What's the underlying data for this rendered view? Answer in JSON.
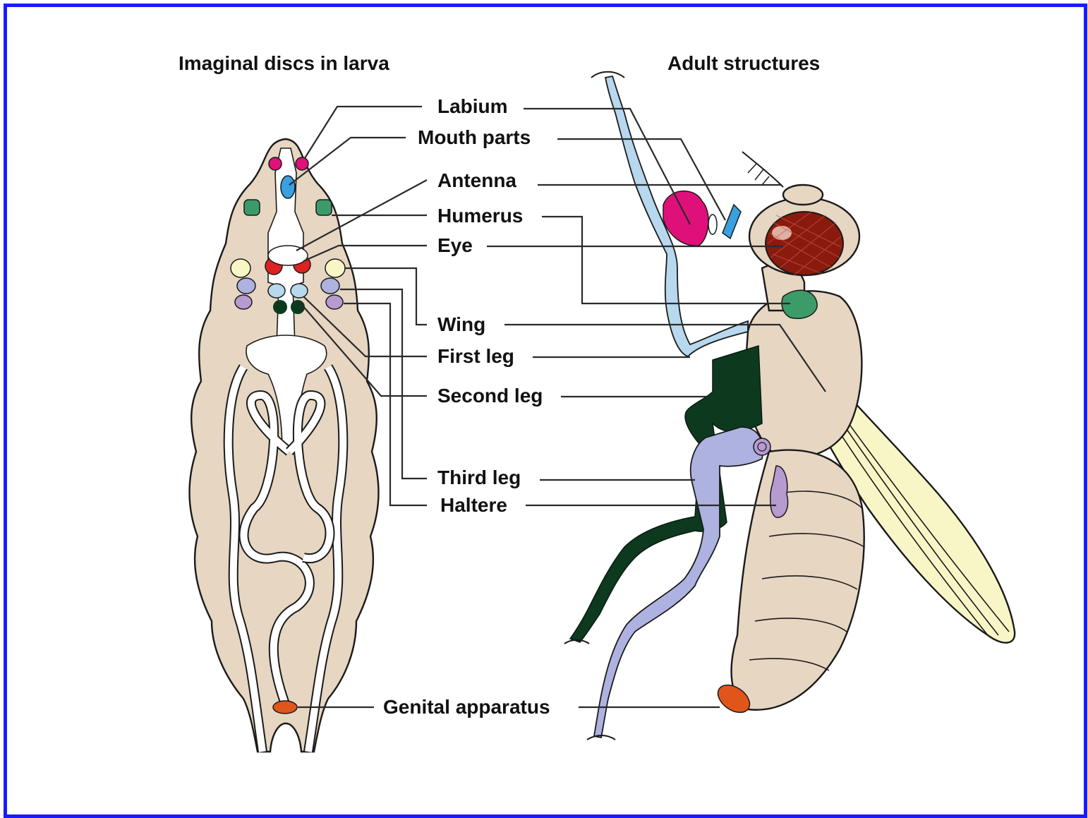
{
  "headers": {
    "larva": "Imaginal discs in larva",
    "adult": "Adult structures"
  },
  "labels": {
    "labium": "Labium",
    "mouth_parts": "Mouth parts",
    "antenna": "Antenna",
    "humerus": "Humerus",
    "eye": "Eye",
    "wing": "Wing",
    "first_leg": "First leg",
    "second_leg": "Second leg",
    "third_leg": "Third leg",
    "haltere": "Haltere",
    "genital_apparatus": "Genital apparatus"
  },
  "colors": {
    "frame_border": "#1a1aff",
    "body_tan": "#e6d6c2",
    "labium": "#e0107a",
    "mouth_parts": "#3aa0e0",
    "antenna": "#ffffff",
    "humerus": "#3d9b6a",
    "eye": "#dd2222",
    "wing": "#f8f6c6",
    "first_leg": "#b7d8ee",
    "second_leg": "#0d3a1e",
    "third_leg": "#aeb2e0",
    "haltere": "#b69ad0",
    "genital_apparatus": "#e0561a"
  }
}
